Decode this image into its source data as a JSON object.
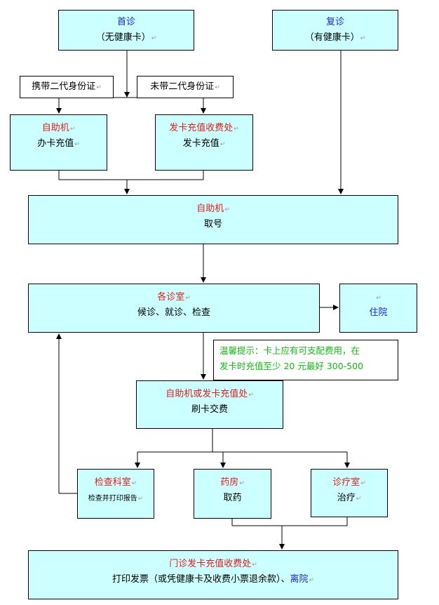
{
  "first_visit": {
    "title": "首诊",
    "subtitle": "（无健康卡）"
  },
  "return_visit": {
    "title": "复诊",
    "subtitle": "（有健康卡）"
  },
  "with_id_card": {
    "label": "携带二代身份证"
  },
  "without_id_card": {
    "label": "未带二代身份证"
  },
  "kiosk_issue": {
    "title": "自助机",
    "subtitle": "办卡充值"
  },
  "counter_issue": {
    "title": "发卡充值收费处",
    "subtitle": "发卡充值"
  },
  "kiosk_ticket": {
    "title": "自助机",
    "subtitle": "取号"
  },
  "clinics": {
    "title": "各诊室",
    "subtitle": "候诊、就诊、检查"
  },
  "hospitalize": {
    "title": "住院"
  },
  "tip": {
    "line1": "温馨提示：卡上应有可支配费用，在",
    "line2": "发卡时充值至少 20 元最好 300-500"
  },
  "payment": {
    "title": "自助机或发卡充值处",
    "subtitle": "刷卡交费"
  },
  "exam_dept": {
    "title": "检查科室",
    "subtitle": "检查并打印报告"
  },
  "pharmacy": {
    "title": "药房",
    "subtitle": "取药"
  },
  "treatment": {
    "title": "诊疗室",
    "subtitle": "治疗"
  },
  "billing": {
    "title": "门诊发卡充值收费处",
    "subtitle_main": "打印发票（或凭健康卡及收费小票退余款）、",
    "subtitle_end": "离院"
  },
  "paragraph_mark": "↵",
  "colors": {
    "box_fill": "#ccffff",
    "title_blue": "#1a23c8",
    "title_red": "#e01c1c",
    "tip_green": "#11bb11"
  }
}
